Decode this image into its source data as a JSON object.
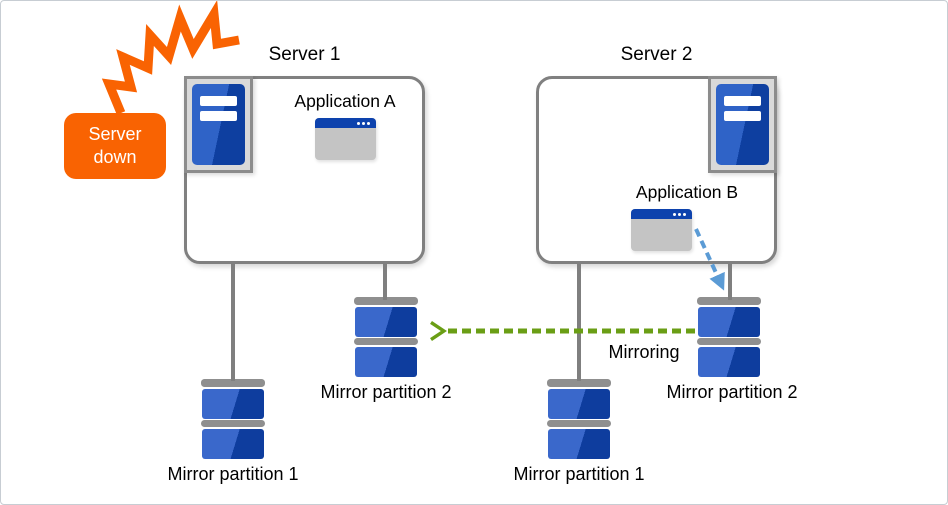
{
  "alert": {
    "line1": "Server",
    "line2": "down"
  },
  "server1": {
    "title": "Server 1",
    "app_label": "Application A",
    "partition1_label": "Mirror partition 1",
    "partition2_label": "Mirror partition 2"
  },
  "server2": {
    "title": "Server 2",
    "app_label": "Application B",
    "partition1_label": "Mirror partition 1",
    "partition2_label": "Mirror partition 2"
  },
  "mirroring_label": "Mirroring",
  "icons": {
    "server": "server-tower-icon",
    "application": "app-window-icon",
    "partition": "disk-stack-icon",
    "alert": "shock-zigzag-icon",
    "mirroring_arrow": "green-dashed-left-arrow",
    "app_write_arrow": "blue-dashed-down-arrow"
  },
  "colors": {
    "canvas_border": "#c7cdd3",
    "text": "#000000",
    "alert_bg": "#f96302",
    "shock": "#f96302",
    "box_border": "#808080",
    "connector_gray": "#7f7f7f",
    "frame_bg": "#d9d9d9",
    "frame_border": "#8c8c8c",
    "tower_light": "#2f63c7",
    "tower_dark": "#0e3fa0",
    "disk_light": "#3a68cb",
    "disk_dark": "#0e3d9e",
    "hardware_gray": "#8f8f8f",
    "window_titlebar": "#0d42ad",
    "window_body": "#c4c4c4",
    "mirror_arrow": "#6a9e15",
    "app_arrow": "#5b9bd5"
  }
}
